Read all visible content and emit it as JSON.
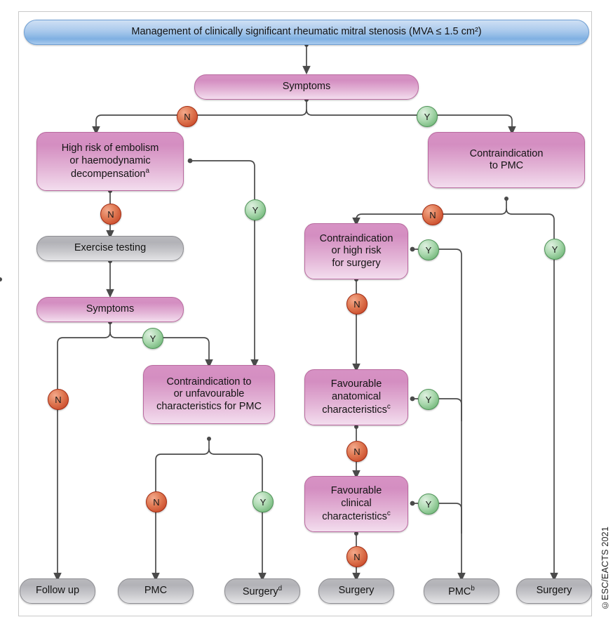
{
  "figure": {
    "title": "Management of clinically significant rheumatic mitral stenosis (MVA ≤ 1.5 cm²)",
    "copyright": "©ESC/EACTS 2021",
    "colors": {
      "title_bar": "#7fb0e2",
      "decision_box": "#d48ec1",
      "process_box": "#b2b2b7",
      "badge_no": "#c1381b",
      "badge_yes": "#5aa963",
      "connector": "#4a4a4a",
      "frame": "#c9c9c9"
    }
  },
  "nodes": {
    "symptoms_1": "Symptoms",
    "high_risk": "High risk of embolism or haemodynamic decompensation",
    "high_risk_sup": "a",
    "contraindication_pmc": "Contraindication to PMC",
    "exercise_testing": "Exercise testing",
    "symptoms_2": "Symptoms",
    "contra_high_risk_surgery": "Contraindication or high risk for surgery",
    "contra_unfav_pmc": "Contraindication to or unfavourable characteristics for PMC",
    "favourable_anatomical": "Favourable anatomical characteristics",
    "favourable_anatomical_sup": "c",
    "favourable_clinical": "Favourable clinical characteristics",
    "favourable_clinical_sup": "c"
  },
  "node_lines": {
    "high_risk": [
      "High risk of embolism",
      "or haemodynamic",
      "decompensation"
    ],
    "contraindication_pmc": [
      "Contraindication",
      "to PMC"
    ],
    "contra_high_risk_surgery": [
      "Contraindication",
      "or high risk",
      "for surgery"
    ],
    "contra_unfav_pmc": [
      "Contraindication to",
      "or unfavourable",
      "characteristics for PMC"
    ],
    "favourable_anatomical": [
      "Favourable",
      "anatomical",
      "characteristics"
    ],
    "favourable_clinical": [
      "Favourable",
      "clinical",
      "characteristics"
    ]
  },
  "outcomes": [
    {
      "id": "follow-up",
      "label": "Follow up",
      "sup": ""
    },
    {
      "id": "pmc-left",
      "label": "PMC",
      "sup": ""
    },
    {
      "id": "surgery-d",
      "label": "Surgery",
      "sup": "d"
    },
    {
      "id": "surgery-mid",
      "label": "Surgery",
      "sup": ""
    },
    {
      "id": "pmc-b",
      "label": "PMC",
      "sup": "b"
    },
    {
      "id": "surgery-right",
      "label": "Surgery",
      "sup": ""
    }
  ],
  "badges": [
    {
      "id": "symptoms1-no",
      "label": "N"
    },
    {
      "id": "symptoms1-yes",
      "label": "Y"
    },
    {
      "id": "highrisk-no",
      "label": "N"
    },
    {
      "id": "highrisk-yes",
      "label": "Y"
    },
    {
      "id": "contra-pmc-no",
      "label": "N"
    },
    {
      "id": "contra-pmc-yes",
      "label": "Y"
    },
    {
      "id": "symptoms2-yes",
      "label": "Y"
    },
    {
      "id": "symptoms2-no",
      "label": "N"
    },
    {
      "id": "contra-surgery-yes",
      "label": "Y"
    },
    {
      "id": "contra-surgery-no",
      "label": "N"
    },
    {
      "id": "contra-unfav-no",
      "label": "N"
    },
    {
      "id": "contra-unfav-yes",
      "label": "Y"
    },
    {
      "id": "fav-anat-yes",
      "label": "Y"
    },
    {
      "id": "fav-anat-no",
      "label": "N"
    },
    {
      "id": "fav-clin-yes",
      "label": "Y"
    },
    {
      "id": "fav-clin-no",
      "label": "N"
    }
  ]
}
